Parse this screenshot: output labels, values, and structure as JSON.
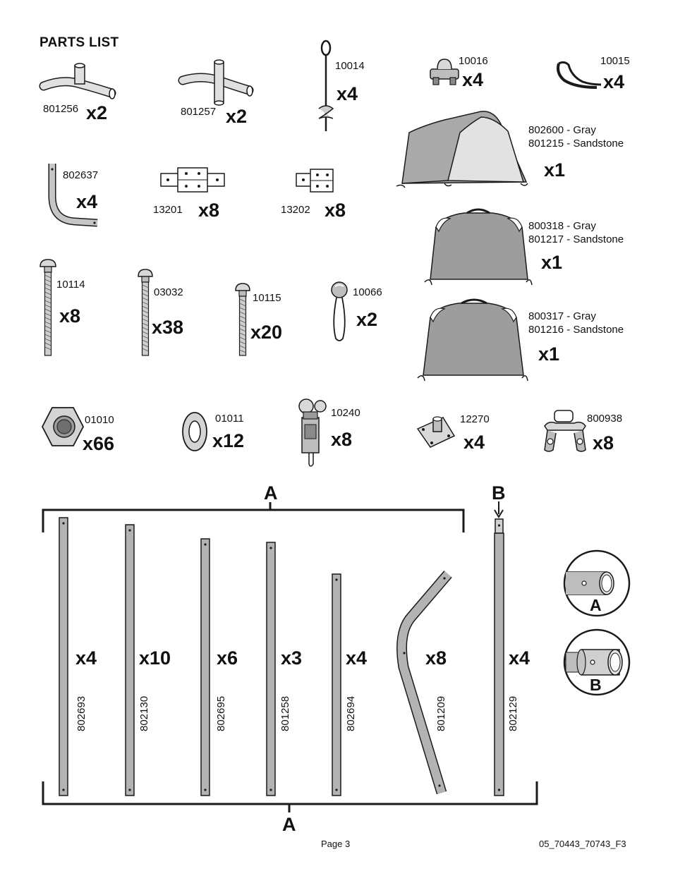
{
  "header": {
    "title": "PARTS LIST"
  },
  "parts": [
    {
      "number": "801256",
      "qty": "x2"
    },
    {
      "number": "801257",
      "qty": "x2"
    },
    {
      "number": "10014",
      "qty": "x4"
    },
    {
      "number": "10016",
      "qty": "x4"
    },
    {
      "number": "10015",
      "qty": "x4"
    },
    {
      "number": "802637",
      "qty": "x4"
    },
    {
      "number": "13201",
      "qty": "x8"
    },
    {
      "number": "13202",
      "qty": "x8"
    },
    {
      "number": "10114",
      "qty": "x8"
    },
    {
      "number": "03032",
      "qty": "x38"
    },
    {
      "number": "10115",
      "qty": "x20"
    },
    {
      "number": "10066",
      "qty": "x2"
    },
    {
      "number": "01010",
      "qty": "x66"
    },
    {
      "number": "01011",
      "qty": "x12"
    },
    {
      "number": "10240",
      "qty": "x8"
    },
    {
      "number": "12270",
      "qty": "x4"
    },
    {
      "number": "800938",
      "qty": "x8"
    }
  ],
  "covers": [
    {
      "gray": "802600 - Gray",
      "sandstone": "801215 - Sandstone",
      "qty": "x1"
    },
    {
      "gray": "800318 - Gray",
      "sandstone": "801217 - Sandstone",
      "qty": "x1"
    },
    {
      "gray": "800317 - Gray",
      "sandstone": "801216 - Sandstone",
      "qty": "x1"
    }
  ],
  "tubes": [
    {
      "number": "802693",
      "qty": "x4"
    },
    {
      "number": "802130",
      "qty": "x10"
    },
    {
      "number": "802695",
      "qty": "x6"
    },
    {
      "number": "801258",
      "qty": "x3"
    },
    {
      "number": "802694",
      "qty": "x4"
    },
    {
      "number": "801209",
      "qty": "x8"
    },
    {
      "number": "802129",
      "qty": "x4"
    }
  ],
  "tube_groups": {
    "a_top": "A",
    "a_bottom": "A",
    "b": "B"
  },
  "details": {
    "a": "A",
    "b": "B"
  },
  "footer": {
    "page": "Page 3",
    "doc_code": "05_70443_70743_F3"
  },
  "colors": {
    "tube": "#b3b3b3",
    "cover": "#8c8c8c",
    "outline": "#1a1a1a"
  }
}
